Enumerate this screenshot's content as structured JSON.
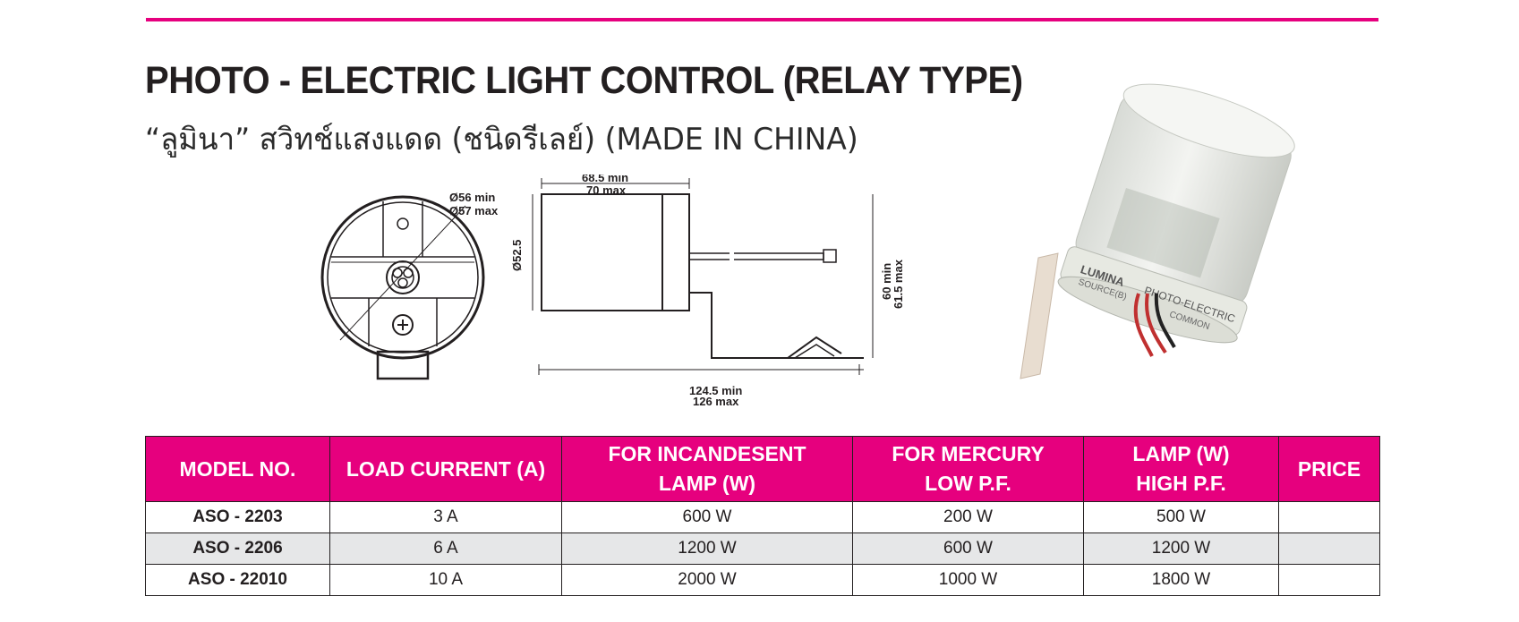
{
  "theme": {
    "accent": "#e6007e",
    "text": "#231f20",
    "row_alt": "#e6e7e8"
  },
  "title": "PHOTO - ELECTRIC LIGHT CONTROL (RELAY TYPE)",
  "subtitle": "“ลูมินา” สวิทช์แสงแดด (ชนิดรีเลย์) (MADE IN CHINA)",
  "drawing": {
    "dia_min": "Ø56 min",
    "dia_max": "Ø57 max",
    "len_min": "68.5 min",
    "len_max": "70 max",
    "body_dia": "Ø52.5",
    "h_min": "60 min",
    "h_max": "61.5 max",
    "total_min": "124.5 min",
    "total_max": "126 max"
  },
  "product": {
    "brand": "LUMINA",
    "label_main": "PHOTO-ELECTRIC",
    "label_source": "SOURCE(B)",
    "label_common": "COMMON"
  },
  "table": {
    "headers": [
      {
        "l1": "MODEL NO.",
        "l2": ""
      },
      {
        "l1": "LOAD CURRENT (A)",
        "l2": ""
      },
      {
        "l1": "FOR INCANDESENT",
        "l2": "LAMP (W)"
      },
      {
        "l1": "FOR MERCURY",
        "l2": "LOW P.F."
      },
      {
        "l1": "LAMP (W)",
        "l2": "HIGH P.F."
      },
      {
        "l1": "PRICE",
        "l2": ""
      }
    ],
    "rows": [
      {
        "model": "ASO - 2203",
        "current": "3 A",
        "incandescent": "600 W",
        "mercury_low": "200 W",
        "lamp_high": "500 W",
        "price": ""
      },
      {
        "model": "ASO - 2206",
        "current": "6 A",
        "incandescent": "1200 W",
        "mercury_low": "600 W",
        "lamp_high": "1200 W",
        "price": ""
      },
      {
        "model": "ASO - 22010",
        "current": "10 A",
        "incandescent": "2000 W",
        "mercury_low": "1000 W",
        "lamp_high": "1800 W",
        "price": ""
      }
    ]
  }
}
